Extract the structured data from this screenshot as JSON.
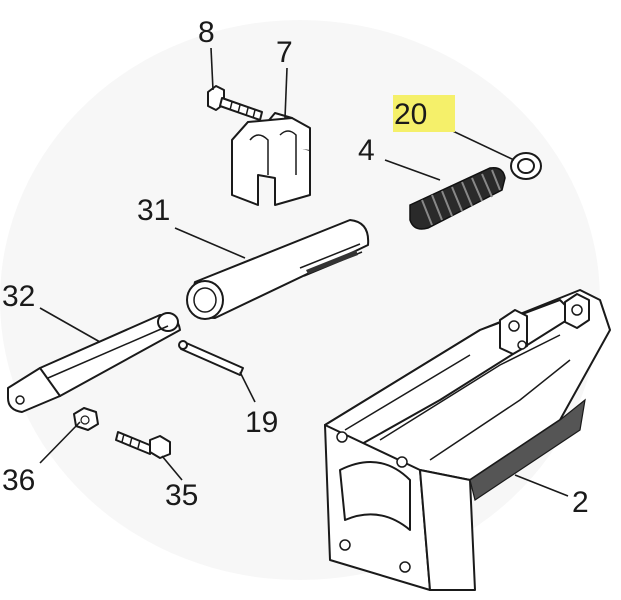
{
  "callouts": {
    "c8": "8",
    "c7": "7",
    "c20": "20",
    "c4": "4",
    "c31": "31",
    "c32": "32",
    "c19": "19",
    "c36": "36",
    "c35": "35",
    "c2": "2"
  },
  "highlight_color": "#f5f06a"
}
